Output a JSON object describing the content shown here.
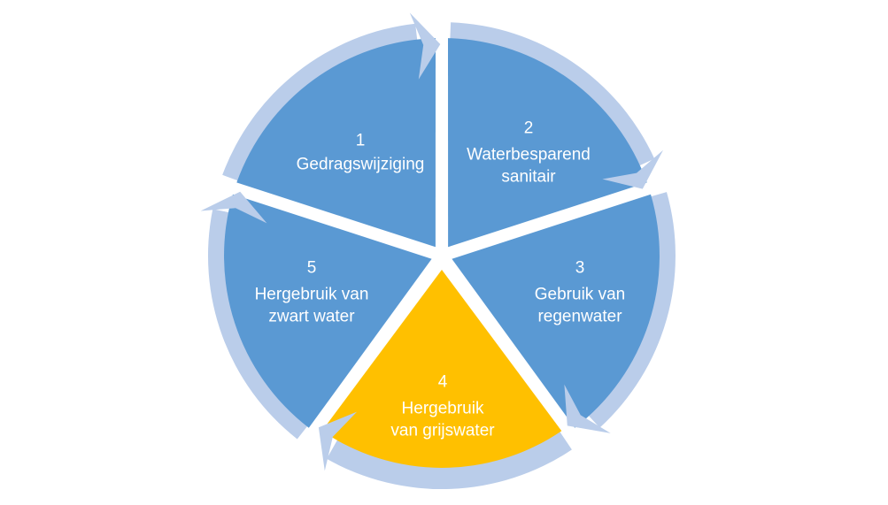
{
  "diagram": {
    "type": "cycle",
    "direction": "clockwise",
    "colors": {
      "segment_default": "#5a99d3",
      "segment_highlight": "#ffc000",
      "ring": "#bacdea",
      "label_text": "#ffffff",
      "background": "#ffffff"
    },
    "segments": [
      {
        "number": "1",
        "label": "Gedragswijziging",
        "lines": [
          "Gedragswijziging"
        ],
        "highlighted": false
      },
      {
        "number": "2",
        "label": "Waterbesparend sanitair",
        "lines": [
          "Waterbesparend",
          "sanitair"
        ],
        "highlighted": false
      },
      {
        "number": "3",
        "label": "Gebruik van regenwater",
        "lines": [
          "Gebruik van",
          "regenwater"
        ],
        "highlighted": true
      },
      {
        "number": "4",
        "label": "Hergebruik van grijswater",
        "lines": [
          "Hergebruik",
          "van grijswater"
        ],
        "highlighted": false
      },
      {
        "number": "5",
        "label": "Hergebruik van zwart water",
        "lines": [
          "Hergebruik van",
          "zwart water"
        ],
        "highlighted": false
      }
    ]
  }
}
